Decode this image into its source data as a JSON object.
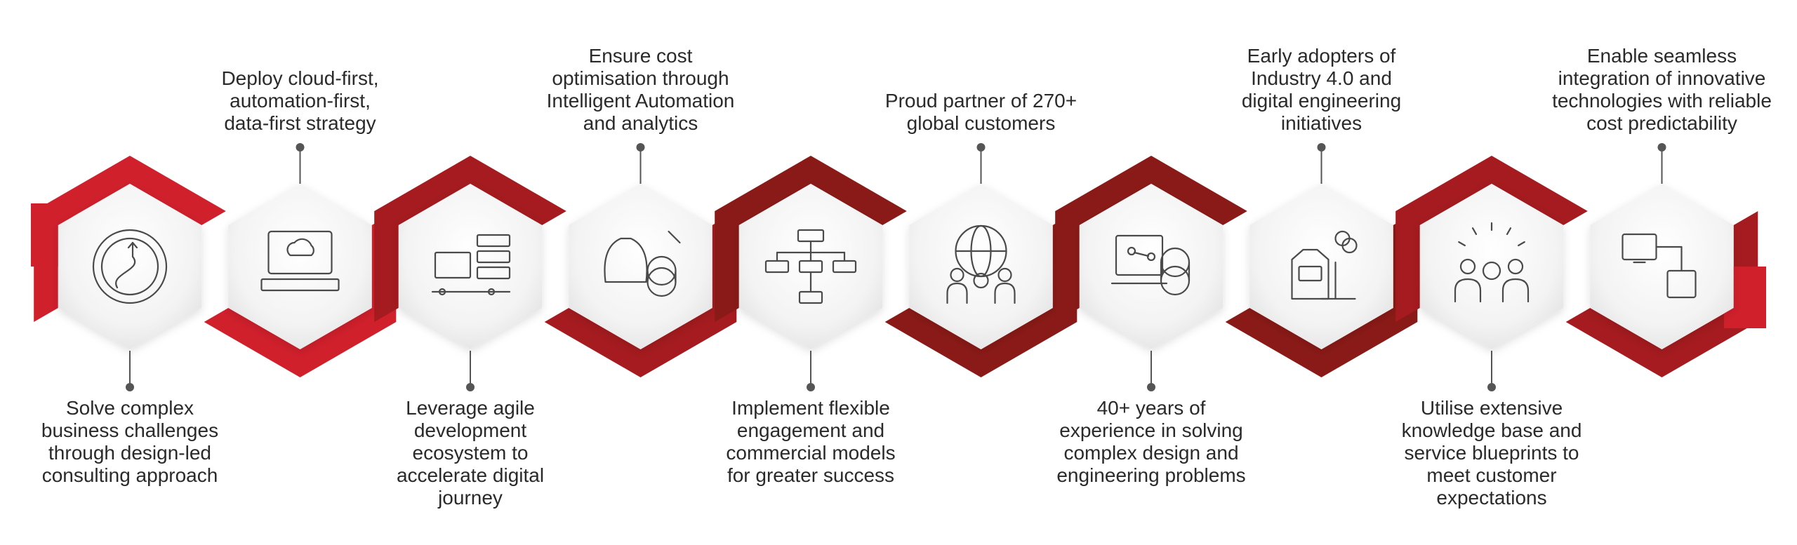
{
  "title": "",
  "colors": {
    "primary_red": "#d0202c",
    "deep_red": "#a51b1f",
    "dark_red": "#8a1a17",
    "hex_light": "#f7f7f7",
    "hex_shadow": "#d6d6d6",
    "icon_stroke": "#4a4a4a",
    "text": "#2a2a2a"
  },
  "steps": [
    {
      "label": "Solve complex\nbusiness challenges\nthrough design-led\nconsulting approach",
      "position": "bottom",
      "icon": "strategy-circle-icon"
    },
    {
      "label": "Deploy cloud-first,\nautomation-first,\ndata-first strategy",
      "position": "top",
      "icon": "cloud-laptop-icon"
    },
    {
      "label": "Leverage agile\ndevelopment\necosystem to\naccelerate digital\njourney",
      "position": "bottom",
      "icon": "server-network-icon"
    },
    {
      "label": "Ensure cost\noptimisation through\nIntelligent Automation\nand analytics",
      "position": "top",
      "icon": "money-bag-icon"
    },
    {
      "label": "Implement flexible\nengagement and\ncommercial models\nfor greater success",
      "position": "bottom",
      "icon": "org-chart-icon"
    },
    {
      "label": "Proud partner of 270+\nglobal customers",
      "position": "top",
      "icon": "global-people-icon"
    },
    {
      "label": "40+ years of\nexperience in solving\ncomplex design and\nengineering problems",
      "position": "bottom",
      "icon": "engineering-monitor-icon"
    },
    {
      "label": "Early adopters of\nIndustry 4.0 and\ndigital engineering\ninitiatives",
      "position": "top",
      "icon": "factory-icon"
    },
    {
      "label": "Utilise extensive\nknowledge base and\nservice blueprints to\nmeet customer\nexpectations",
      "position": "bottom",
      "icon": "team-idea-icon"
    },
    {
      "label": "Enable seamless\nintegration of innovative\ntechnologies with reliable\ncost predictability",
      "position": "top",
      "icon": "connected-devices-icon"
    }
  ]
}
